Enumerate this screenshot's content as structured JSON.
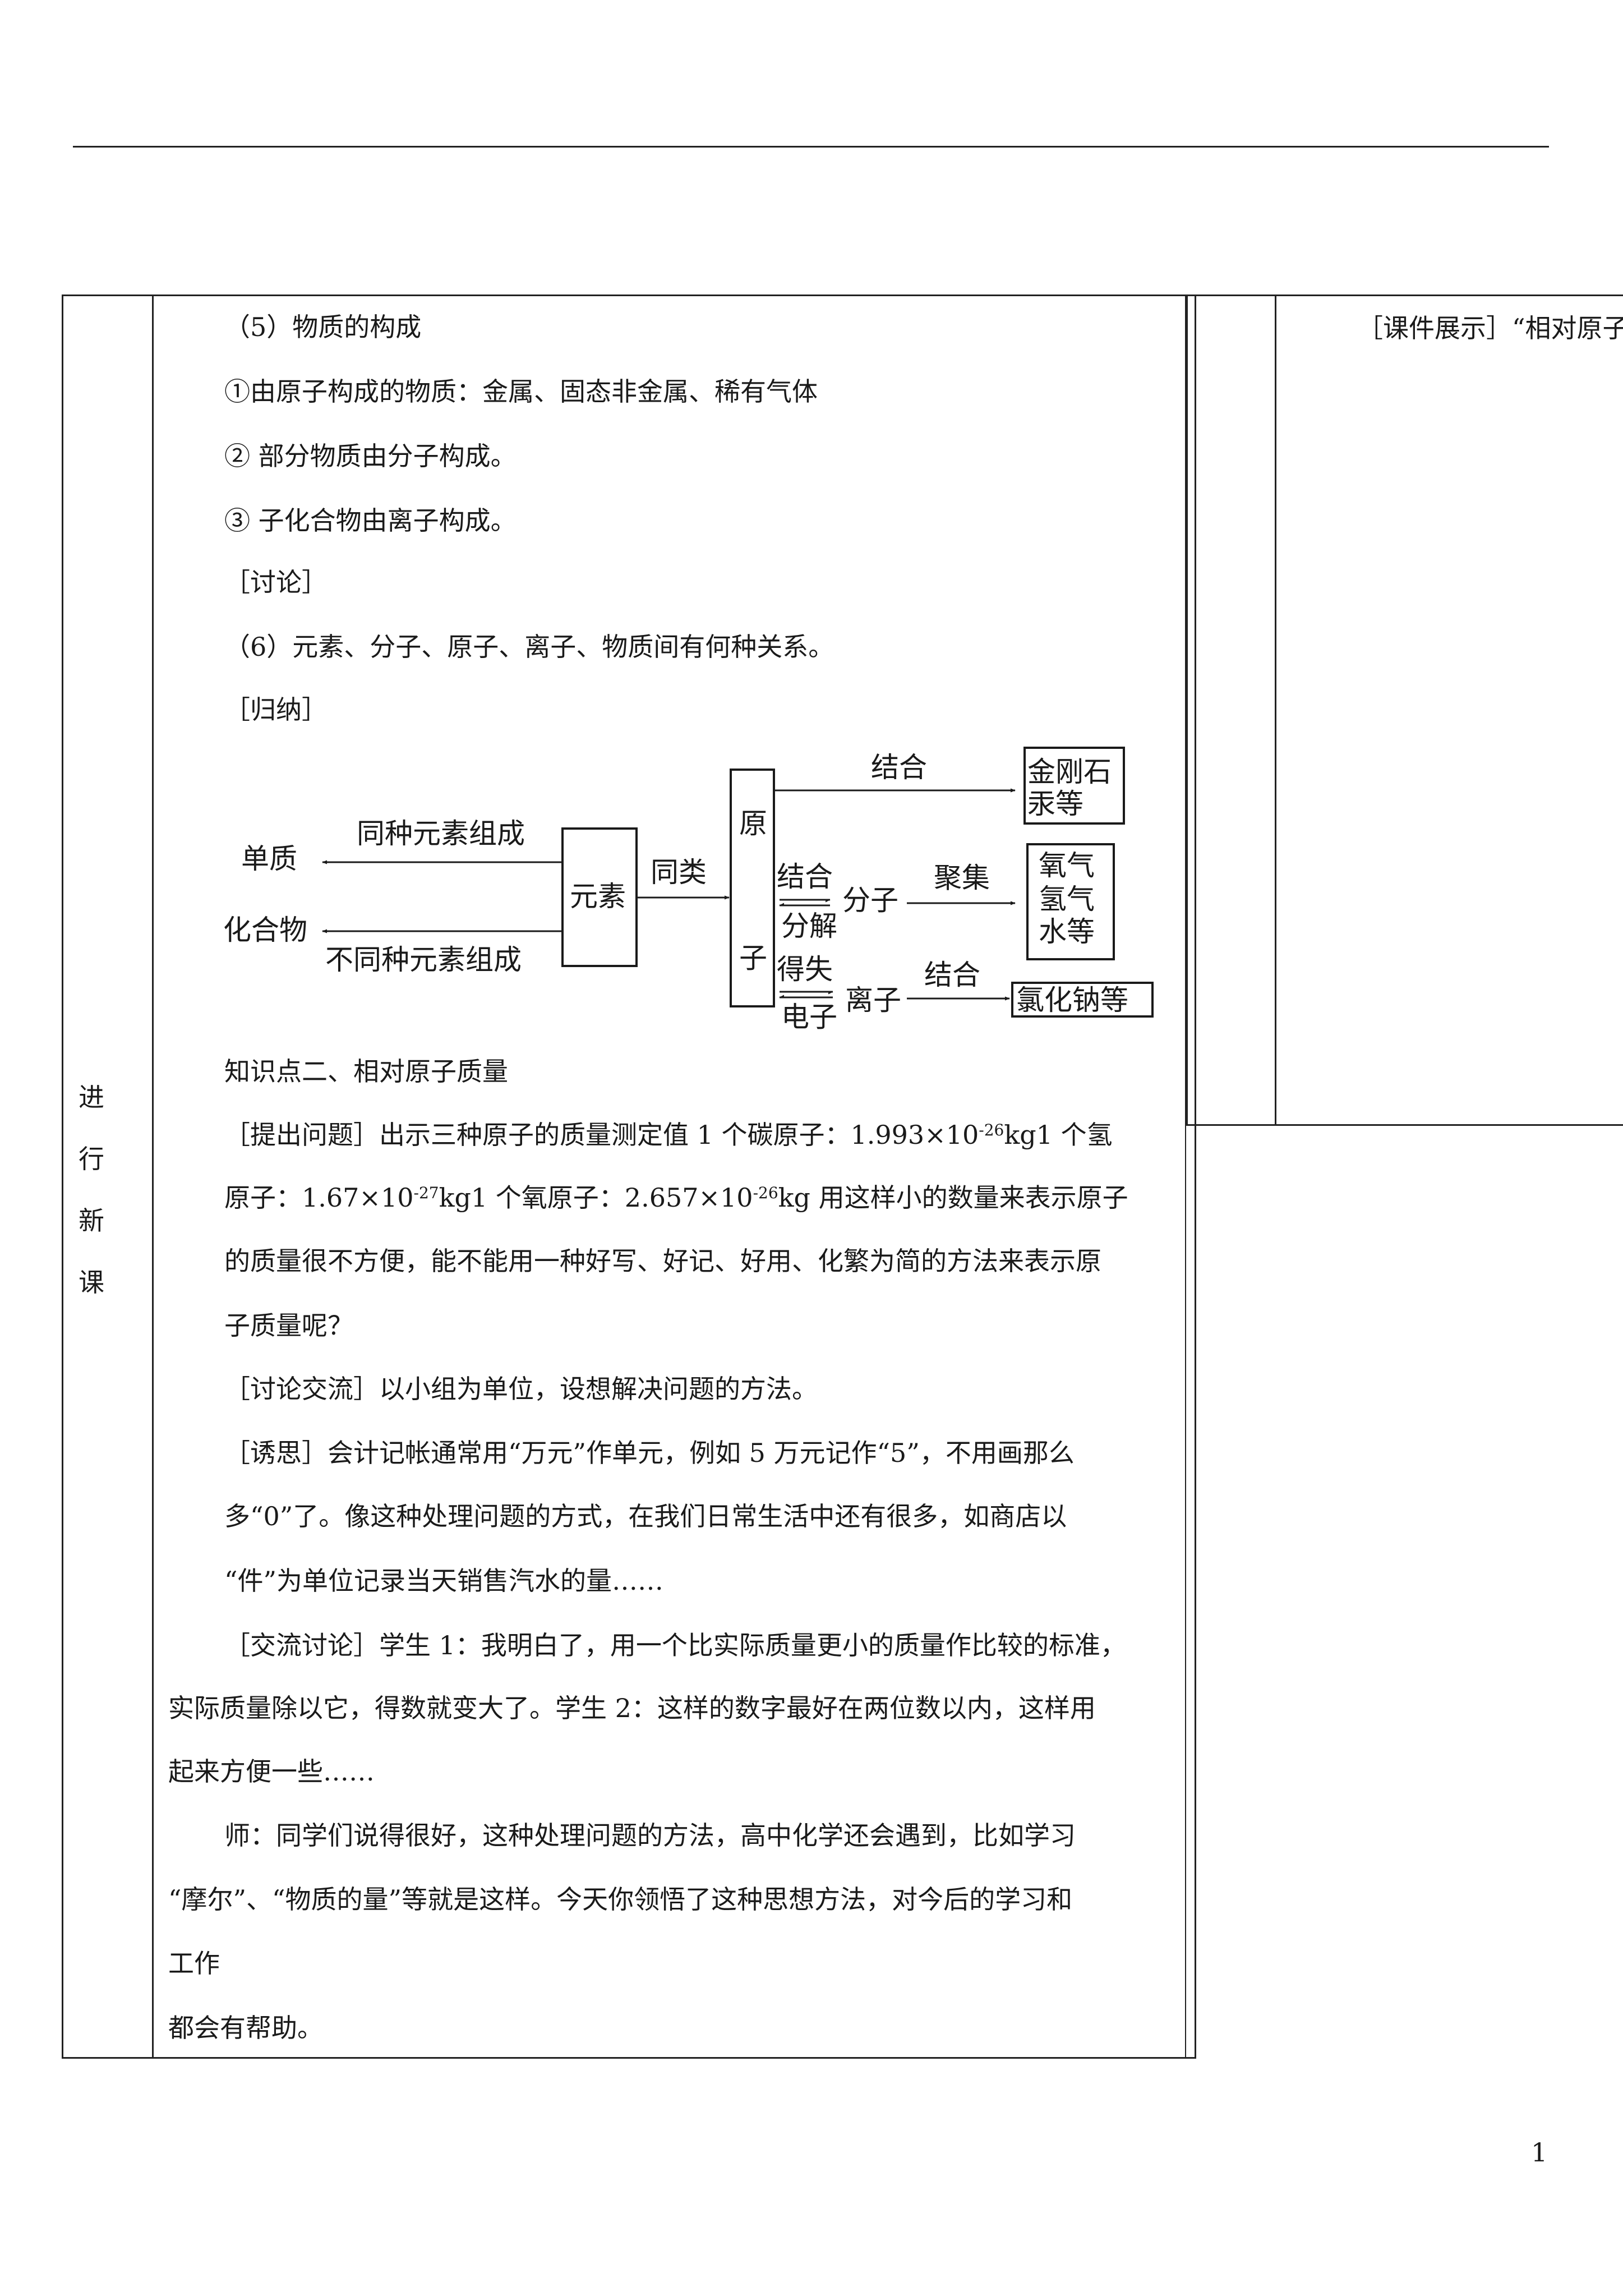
{
  "lesson_label": [
    "进",
    "行",
    "新",
    "课"
  ],
  "left": {
    "l1": "（5）物质的构成",
    "l2": "①由原子构成的物质：金属、固态非金属、稀有气体",
    "l3": "②  部分物质由分子构成。",
    "l4": "③  子化合物由离子构成。",
    "l5": "［讨论］",
    "l6": "（6）元素、分子、原子、离子、物质间有何种关系。",
    "l7": "［归纳］",
    "k_title": "知识点二、相对原子质量",
    "q1a": "［提出问题］出示三种原子的质量测定值 1 个碳原子：1.993×10",
    "q1_exp": "-26",
    "q1b": "kg1 个氢",
    "q2a": "原子：1.67×10",
    "q2_exp1": "-27",
    "q2b": "kg1 个氧原子：2.657×10",
    "q2_exp2": "-26",
    "q2c": "kg 用这样小的数量来表示原子",
    "q3": "的质量很不方便，能不能用一种好写、好记、好用、化繁为简的方法来表示原",
    "q4": "子质量呢？",
    "d1": "［讨论交流］以小组为单位，设想解决问题的方法。",
    "y1": "［诱思］会计记帐通常用“万元”作单元，例如 5 万元记作“5”，不用画那么",
    "y2": "多“0”了。像这种处理问题的方式，在我们日常生活中还有很多，如商店以",
    "y3": "“件”为单位记录当天销售汽水的量……",
    "j1": "［交流讨论］学生 1：我明白了，用一个比实际质量更小的质量作比较的标准，",
    "j2": "实际质量除以它，得数就变大了。学生 2：这样的数字最好在两位数以内，这样用",
    "j3": "起来方便一些……",
    "t1": "师：同学们说得很好，这种处理问题的方法，高中化学还会遇到，比如学习",
    "t2": "“摩尔”、“物质的量”等就是这样。今天你领悟了这种思想方法，对今后的学习和",
    "t3": "工作",
    "t4": "都会有帮助。"
  },
  "right_text": "［课件展示］“相对原子",
  "diagram": {
    "danzhi": "单质",
    "huahewu": "化合物",
    "tongzhong": "同种元素组成",
    "butongzhong": "不同种元素组成",
    "yuansu": "元素",
    "tonglei": "同类",
    "yuanzi_1": "原",
    "yuanzi_2": "子",
    "jiehe_top": "结合",
    "jingangshi_1": "金刚石",
    "jingangshi_2": "汞等",
    "jiehe_mid": "结合",
    "fenjie": "分解",
    "fenzi": "分子",
    "juji": "聚集",
    "yangqi_1": "氧气",
    "yangqi_2": "氢气",
    "yangqi_3": "水等",
    "deshi": "得失",
    "dianzi": "电子",
    "lizi": "离子",
    "jiehe_low": "结合",
    "lvhuana": "氯化钠等"
  },
  "page_number": "1"
}
